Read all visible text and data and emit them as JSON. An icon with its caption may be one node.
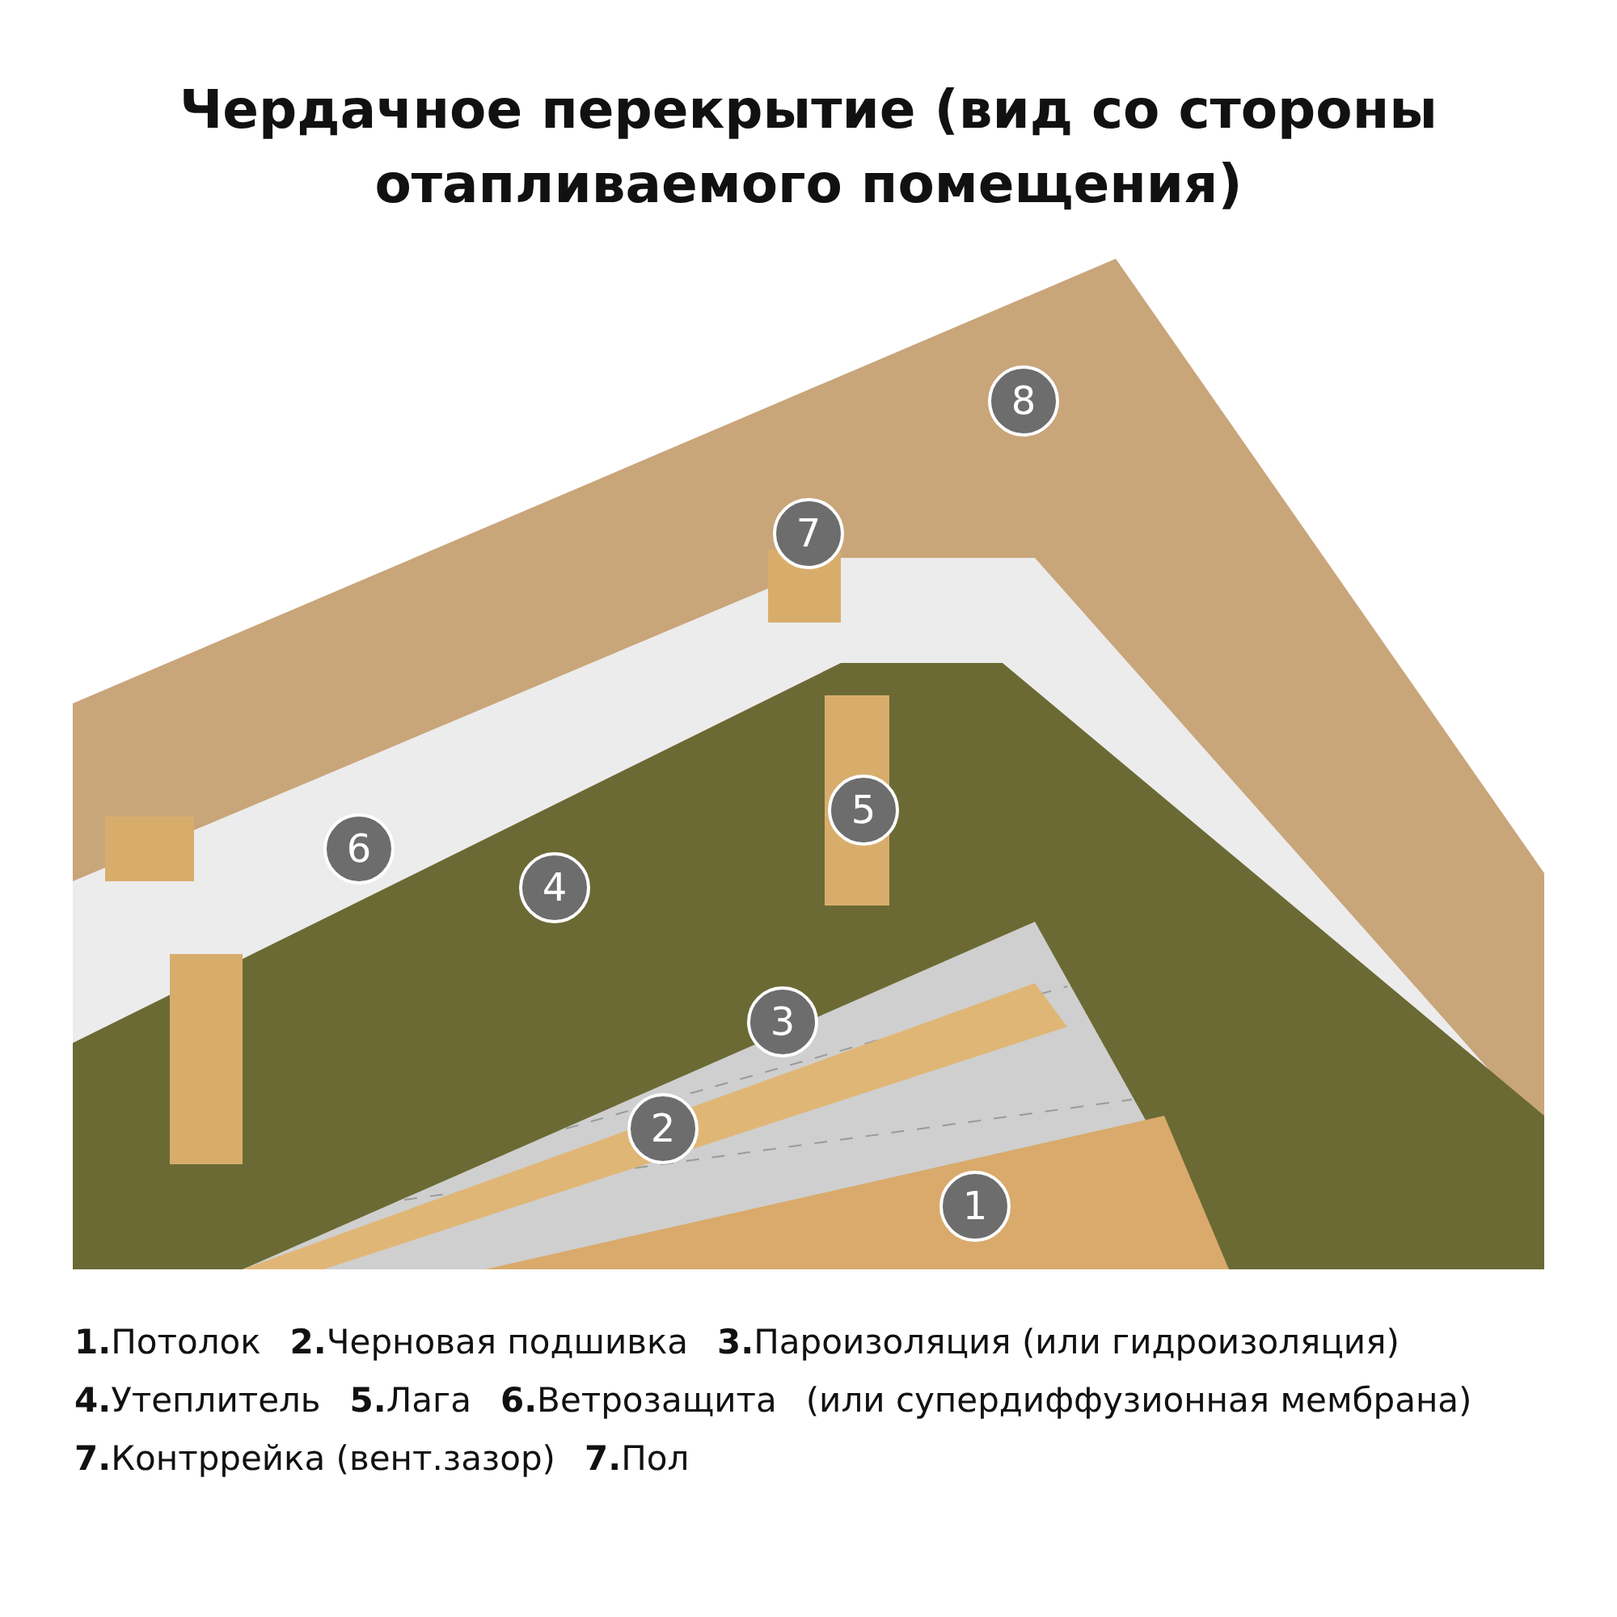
{
  "diagram": {
    "title": "Чердачное перекрытие (вид со стороны отапливаемого помещения)",
    "labels": [
      "8",
      "7",
      "6",
      "4",
      "5",
      "3",
      "2",
      "1",
      "**1.**Потолок",
      "**2.**Черновая подшивка",
      "**3.**Пароизоляция (или гидроизоляция)",
      "**4.**Утеплитель",
      "**5.**Лага",
      "**6.**Ветрозащита",
      "(или супердиффузионная мембрана)",
      "**7.**Контррейка (вент.зазор)",
      "**7.**Пол"
    ]
  }
}
